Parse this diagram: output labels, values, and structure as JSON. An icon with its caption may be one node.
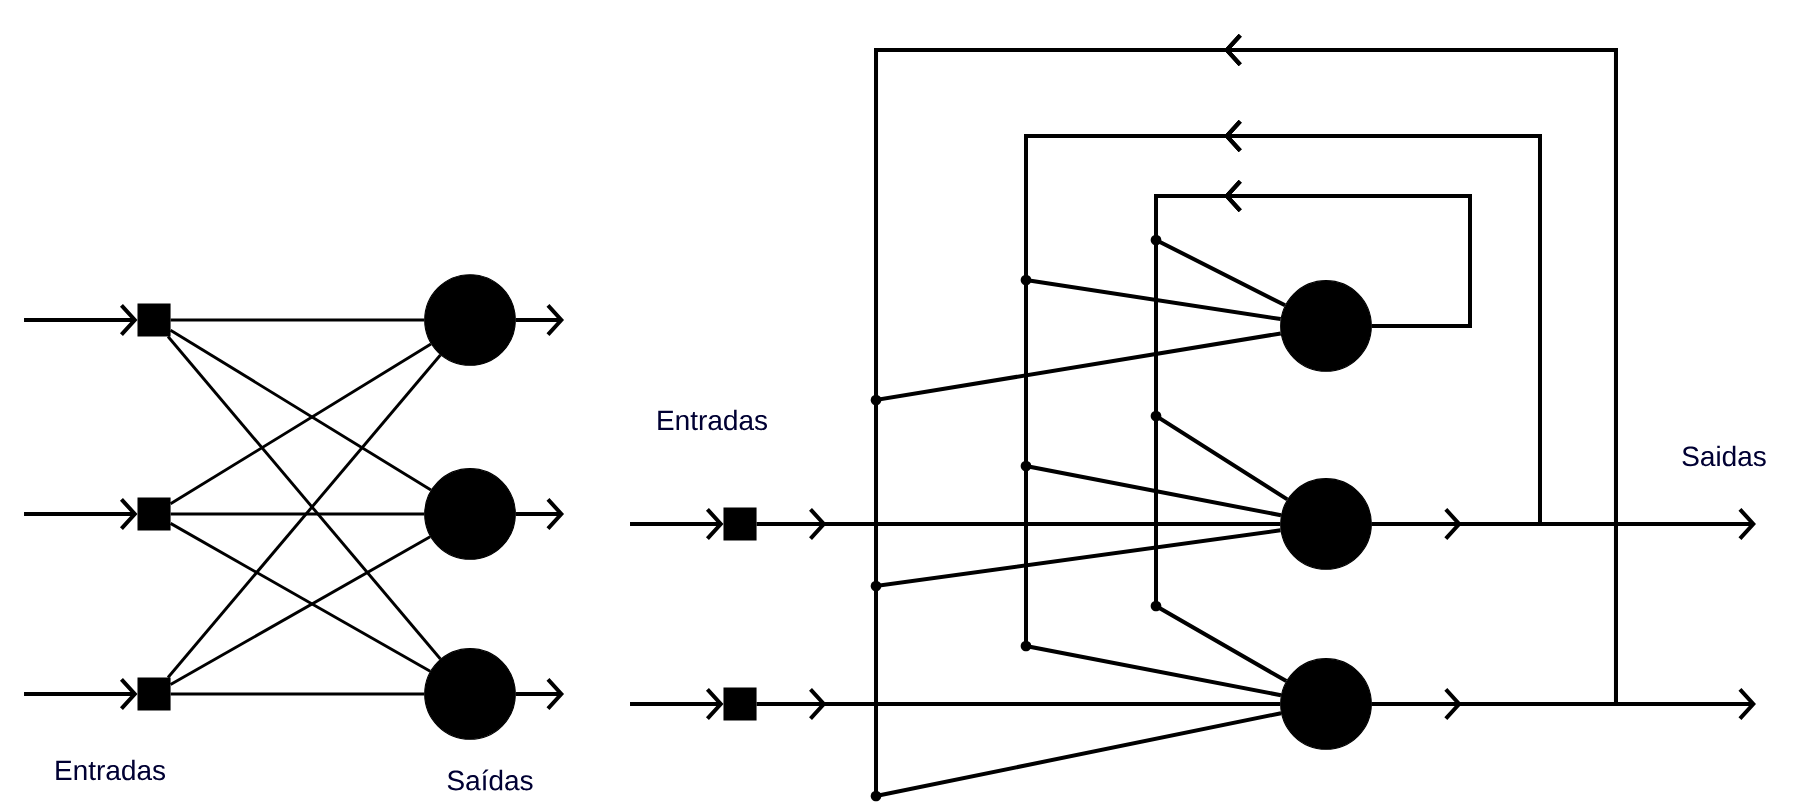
{
  "diagram": {
    "nodes": [
      {
        "text": [],
        "shape": "box"
      },
      {
        "text": [],
        "shape": "box"
      },
      {
        "text": [],
        "shape": "box"
      },
      {
        "text": [],
        "shape": "circle"
      },
      {
        "text": [],
        "shape": "circle"
      },
      {
        "text": [],
        "shape": "circle"
      },
      {
        "text": [],
        "shape": "box"
      },
      {
        "text": [],
        "shape": "box"
      },
      {
        "text": [],
        "shape": "circle"
      },
      {
        "text": [],
        "shape": "circle"
      },
      {
        "text": [],
        "shape": "circle"
      }
    ],
    "edges": [
      {
        "from": null,
        "to": 0,
        "arrow": "to"
      },
      {
        "from": null,
        "to": 1,
        "arrow": "to"
      },
      {
        "from": null,
        "to": 2,
        "arrow": "to"
      },
      {
        "from": 0,
        "to": 3,
        "arrow": "none"
      },
      {
        "from": 0,
        "to": 4,
        "arrow": "none"
      },
      {
        "from": 0,
        "to": 5,
        "arrow": "none"
      },
      {
        "from": 1,
        "to": 3,
        "arrow": "none"
      },
      {
        "from": 1,
        "to": 4,
        "arrow": "none"
      },
      {
        "from": 1,
        "to": 5,
        "arrow": "none"
      },
      {
        "from": 2,
        "to": 3,
        "arrow": "none"
      },
      {
        "from": 2,
        "to": 4,
        "arrow": "none"
      },
      {
        "from": 2,
        "to": 5,
        "arrow": "none"
      },
      {
        "from": 3,
        "to": null,
        "arrow": "to"
      },
      {
        "from": 4,
        "to": null,
        "arrow": "to"
      },
      {
        "from": 5,
        "to": null,
        "arrow": "to"
      },
      {
        "from": null,
        "to": 6,
        "arrow": "to"
      },
      {
        "from": null,
        "to": 7,
        "arrow": "to"
      },
      {
        "from": 6,
        "to": 9,
        "arrow": "to"
      },
      {
        "from": 7,
        "to": 10,
        "arrow": "to"
      },
      {
        "from": 8,
        "to": 8,
        "arrow": "to"
      },
      {
        "from": 8,
        "to": 9,
        "arrow": "to"
      },
      {
        "from": 8,
        "to": 10,
        "arrow": "to"
      },
      {
        "from": 9,
        "to": 8,
        "arrow": "to"
      },
      {
        "from": 9,
        "to": 9,
        "arrow": "to"
      },
      {
        "from": 9,
        "to": 10,
        "arrow": "to"
      },
      {
        "from": 10,
        "to": 8,
        "arrow": "to"
      },
      {
        "from": 10,
        "to": 9,
        "arrow": "to"
      },
      {
        "from": 10,
        "to": 10,
        "arrow": "to"
      },
      {
        "from": 9,
        "to": null,
        "arrow": "to"
      },
      {
        "from": 10,
        "to": null,
        "arrow": "to"
      }
    ],
    "labels": [
      "Entradas",
      "Saídas",
      "Entradas",
      "Saidas"
    ]
  }
}
